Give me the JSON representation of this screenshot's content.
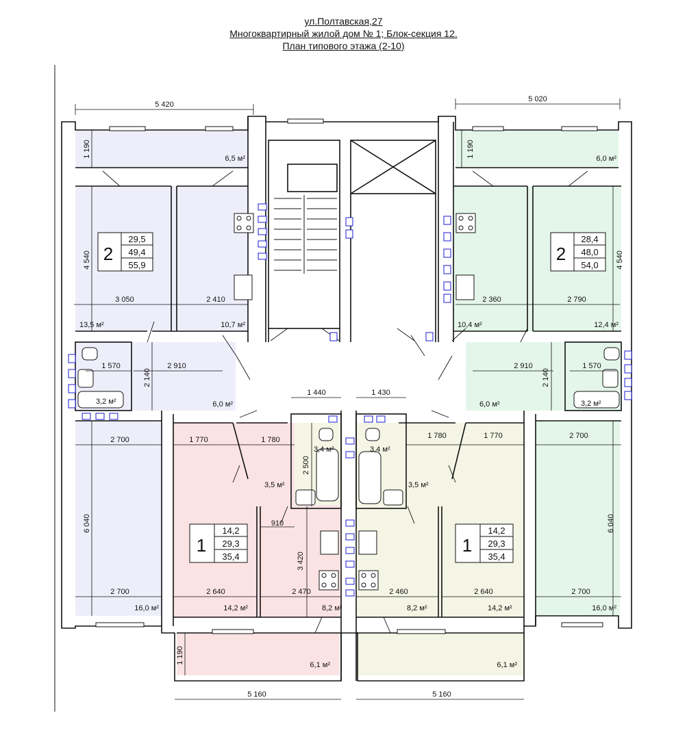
{
  "title": {
    "line1": "ул.Полтавская,27",
    "line2": "Многоквартирный жилой дом № 1; Блок-секция 12.",
    "line3": "План типового этажа (2-10)"
  },
  "colors": {
    "apt_top_left": "#eeeefb",
    "apt_top_right": "#e4f6ea",
    "apt_bottom_left_1": "#fbe3e4",
    "apt_bottom_right_1": "#f4f5e4",
    "apt_bottom_left_2": "#eeeefb",
    "apt_bottom_right_2": "#e4f6ea",
    "wall": "#ffffff",
    "line": "#111111",
    "fixture_marker": "#1a1ad6"
  },
  "dimensions": {
    "top_left_width": "5 420",
    "top_right_width": "5 020",
    "balcony_tl": "1 190",
    "balcony_tr": "1 190",
    "tl_depth": "4 540",
    "tr_depth": "4 540",
    "tl_room_a": "3 050",
    "tl_room_b": "2 410",
    "tr_room_a": "2 360",
    "tr_room_b": "2 790",
    "tl_bath_w": "1 570",
    "tl_hall_w": "2 910",
    "tl_hall_d": "2 140",
    "tr_bath_w": "1 570",
    "tr_hall_w": "2 910",
    "tr_hall_d": "2 140",
    "center_bath_l": "1 440",
    "center_bath_r": "1 430",
    "center_bath_d": "2 500",
    "bl_left_room_w": "2 700",
    "bl_left_room_d": "6 040",
    "bl_left_room_w2": "2 700",
    "br_right_room_w": "2 700",
    "br_right_room_d": "6 040",
    "br_right_room_w2": "2 700",
    "bm_left_a": "1 770",
    "bm_left_b": "1 780",
    "bm_right_a": "1 780",
    "bm_right_b": "1 770",
    "bm_left_910": "910",
    "bm_left_3420": "3 420",
    "bm_left_room": "2 640",
    "bm_left_kitchen": "2 470",
    "bm_right_kitchen": "2 460",
    "bm_right_room": "2 640",
    "balcony_bl": "1 190",
    "bottom_left_width": "5 160",
    "bottom_right_width": "5 160"
  },
  "areas": {
    "tl_balcony": "6,5 м²",
    "tr_balcony": "6,0 м²",
    "tl_room": "13,5 м²",
    "tl_kitchen": "10,7 м²",
    "tr_kitchen": "10,4 м²",
    "tr_room": "12,4 м²",
    "tl_bath": "3,2 м²",
    "tr_bath": "3,2 м²",
    "tl_hall": "6,0 м²",
    "tr_hall": "6,0 м²",
    "c_bath_l": "3,4 м²",
    "c_bath_r": "3,4 м²",
    "bl_hall": "3,5 м²",
    "br_hall": "3,5 м²",
    "bl_room_big": "16,0 м²",
    "bl_room": "14,2 м²",
    "bl_kitchen": "8,2 м²",
    "br_kitchen": "8,2 м²",
    "br_room": "14,2 м²",
    "br_room_big": "16,0 м²",
    "bl_balcony": "6,1 м²",
    "br_balcony": "6,1 м²"
  },
  "apartments": [
    {
      "rooms": "2",
      "living": "29,5",
      "usable": "49,4",
      "total": "55,9"
    },
    {
      "rooms": "2",
      "living": "28,4",
      "usable": "48,0",
      "total": "54,0"
    },
    {
      "rooms": "1",
      "living": "14,2",
      "usable": "29,3",
      "total": "35,4"
    },
    {
      "rooms": "1",
      "living": "14,2",
      "usable": "29,3",
      "total": "35,4"
    }
  ]
}
